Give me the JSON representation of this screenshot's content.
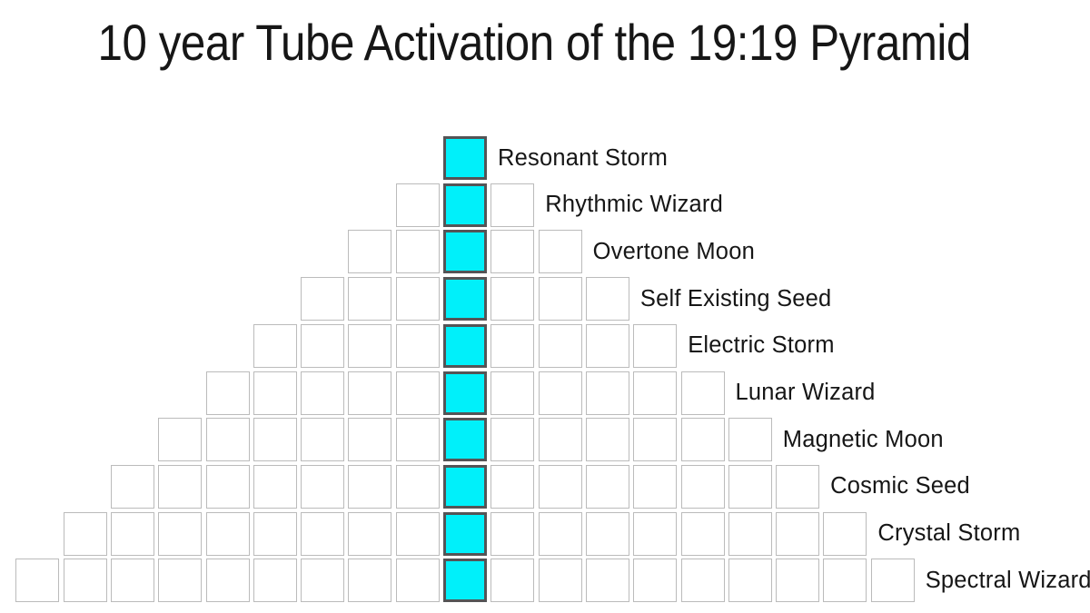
{
  "title": "10 year Tube Activation of the 19:19 Pyramid",
  "colors": {
    "background": "#FFFFFF",
    "tube_fill": "#00F0FA",
    "tube_border": "#545456",
    "cell_fill": "#FFFFFF",
    "cell_border": "#BBBBBB",
    "text": "#161616"
  },
  "pyramid": {
    "tube_cell_position": "center",
    "rows": [
      {
        "label": "Resonant Storm",
        "cells": 1
      },
      {
        "label": "Rhythmic Wizard",
        "cells": 3
      },
      {
        "label": "Overtone Moon",
        "cells": 5
      },
      {
        "label": "Self Existing Seed",
        "cells": 7
      },
      {
        "label": "Electric Storm",
        "cells": 9
      },
      {
        "label": "Lunar Wizard",
        "cells": 11
      },
      {
        "label": "Magnetic Moon",
        "cells": 13
      },
      {
        "label": "Cosmic Seed",
        "cells": 15
      },
      {
        "label": "Crystal Storm",
        "cells": 17
      },
      {
        "label": "Spectral Wizard",
        "cells": 19
      }
    ]
  }
}
